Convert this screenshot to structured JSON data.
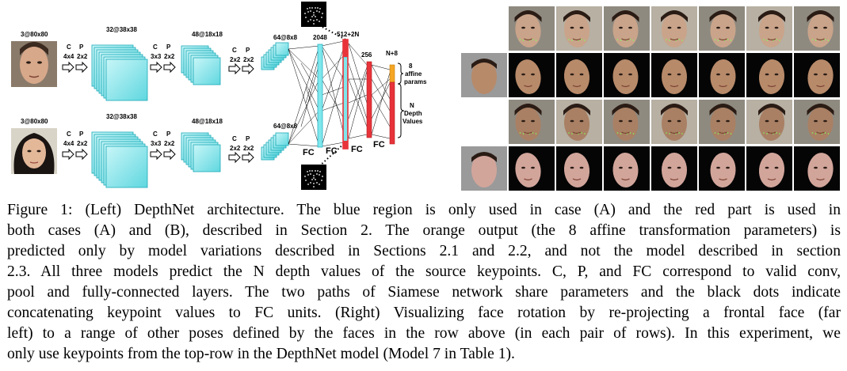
{
  "diagram": {
    "top_input_label": "3@80x80",
    "bottom_input_label": "3@80x80",
    "stages": [
      {
        "ops": [
          "C",
          "P"
        ],
        "kernels": [
          "4x4",
          "2x2"
        ]
      },
      {
        "ops": [
          "C",
          "P"
        ],
        "kernels": [
          "3x3",
          "2x2"
        ]
      },
      {
        "ops": [
          "C",
          "P"
        ],
        "kernels": [
          "2x2",
          "2x2"
        ]
      }
    ],
    "feature_maps": [
      "32@38x38",
      "48@18x18",
      "64@8x8"
    ],
    "fc_sizes": [
      "2048",
      "512+2N",
      "256",
      "N+8"
    ],
    "fc_labels": [
      "FC",
      "FC",
      "FC",
      "FC"
    ],
    "output_affine": [
      "8",
      "affine",
      "params"
    ],
    "output_depth": [
      "N",
      "Depth",
      "Values"
    ],
    "colors": {
      "cyan": "#7fe7ec",
      "red": "#e8333a",
      "orange": "#f5a623",
      "blue_edge": "#2ab5c4"
    }
  },
  "photo_grid": {
    "rows": [
      {
        "lead": false,
        "cells": 7,
        "bg": "light",
        "skin": "#c9a48a"
      },
      {
        "lead": true,
        "cells": 7,
        "bg": "dark",
        "skin": "#b78a6a"
      },
      {
        "lead": false,
        "cells": 7,
        "bg": "light",
        "skin": "#a98064"
      },
      {
        "lead": true,
        "cells": 7,
        "bg": "dark",
        "skin": "#d2a59b"
      }
    ]
  },
  "caption": {
    "lines": [
      "Figure 1: (Left) DepthNet architecture. The blue region is only used in case (A) and the red part is used in",
      "both cases (A) and (B), described in Section 2. The orange output (the 8 affine transformation parameters) is",
      "predicted only by model variations described in Sections 2.1 and 2.2, and not the model described in section",
      "2.3. All three models predict the N depth values of the source keypoints. C, P, and FC correspond to valid conv,",
      "pool and fully-connected layers. The two paths of Siamese network share parameters and the black dots indicate",
      "concatenating keypoint values to FC units. (Right) Visualizing face rotation by re-projecting a frontal face (far",
      "left) to a range of other poses defined by the faces in the row above (in each pair of rows). In this experiment, we",
      "only use keypoints from the top-row in the DepthNet model (Model 7 in Table 1)."
    ]
  }
}
